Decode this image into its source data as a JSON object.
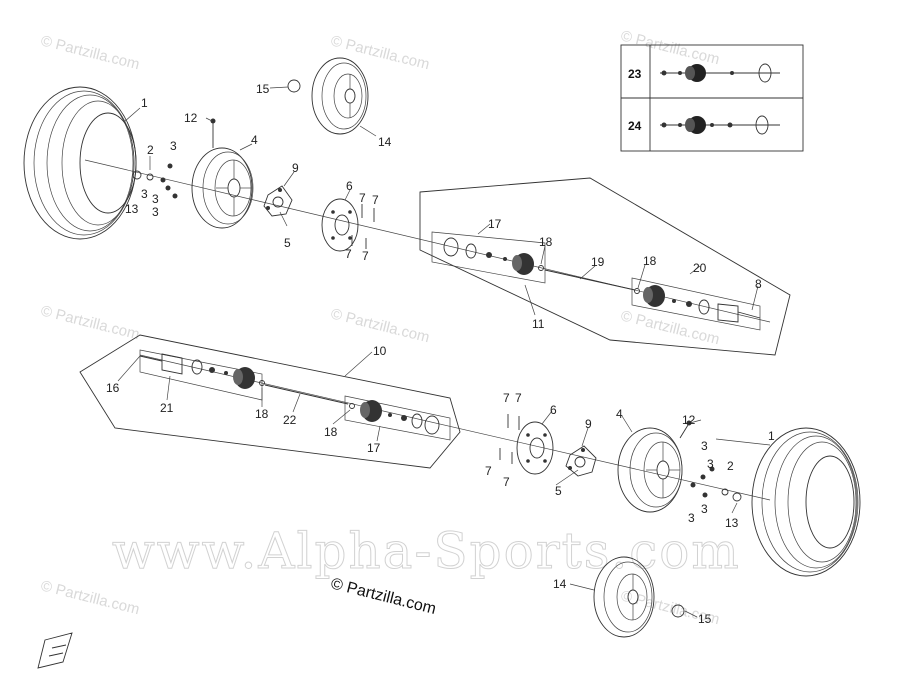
{
  "watermarks": {
    "tile_text": "© Partzilla.com",
    "center_text": "www.Alpha-Sports.com",
    "credit_text": "© Partzilla.com"
  },
  "legend": {
    "rows": [
      {
        "num": "23"
      },
      {
        "num": "24"
      }
    ]
  },
  "callouts": {
    "c1_top": "1",
    "c2_top": "2",
    "c3_top_a": "3",
    "c3_top_b": "3",
    "c3_top_c": "3",
    "c3_top_d": "3",
    "c4_top": "4",
    "c5_top": "5",
    "c6_top": "6",
    "c7_top_a": "7",
    "c7_top_b": "7",
    "c7_top_c": "7",
    "c7_top_d": "7",
    "c8_top": "8",
    "c9_top": "9",
    "c11": "11",
    "c12_top": "12",
    "c13_top": "13",
    "c14_top": "14",
    "c15_top": "15",
    "c17_top": "17",
    "c18_top_a": "18",
    "c18_top_b": "18",
    "c19": "19",
    "c20": "20",
    "c10": "10",
    "c16": "16",
    "c21": "21",
    "c18_bot_a": "18",
    "c18_bot_b": "18",
    "c22": "22",
    "c17_bot": "17",
    "c6_bot": "6",
    "c7_bot_a": "7",
    "c7_bot_b": "7",
    "c7_bot_c": "7",
    "c7_bot_d": "7",
    "c9_bot": "9",
    "c5_bot": "5",
    "c4_bot": "4",
    "c12_bot": "12",
    "c3_bot_a": "3",
    "c3_bot_b": "3",
    "c3_bot_c": "3",
    "c3_bot_d": "3",
    "c2_bot": "2",
    "c13_bot": "13",
    "c1_bot": "1",
    "c14_bot": "14",
    "c15_bot": "15"
  }
}
